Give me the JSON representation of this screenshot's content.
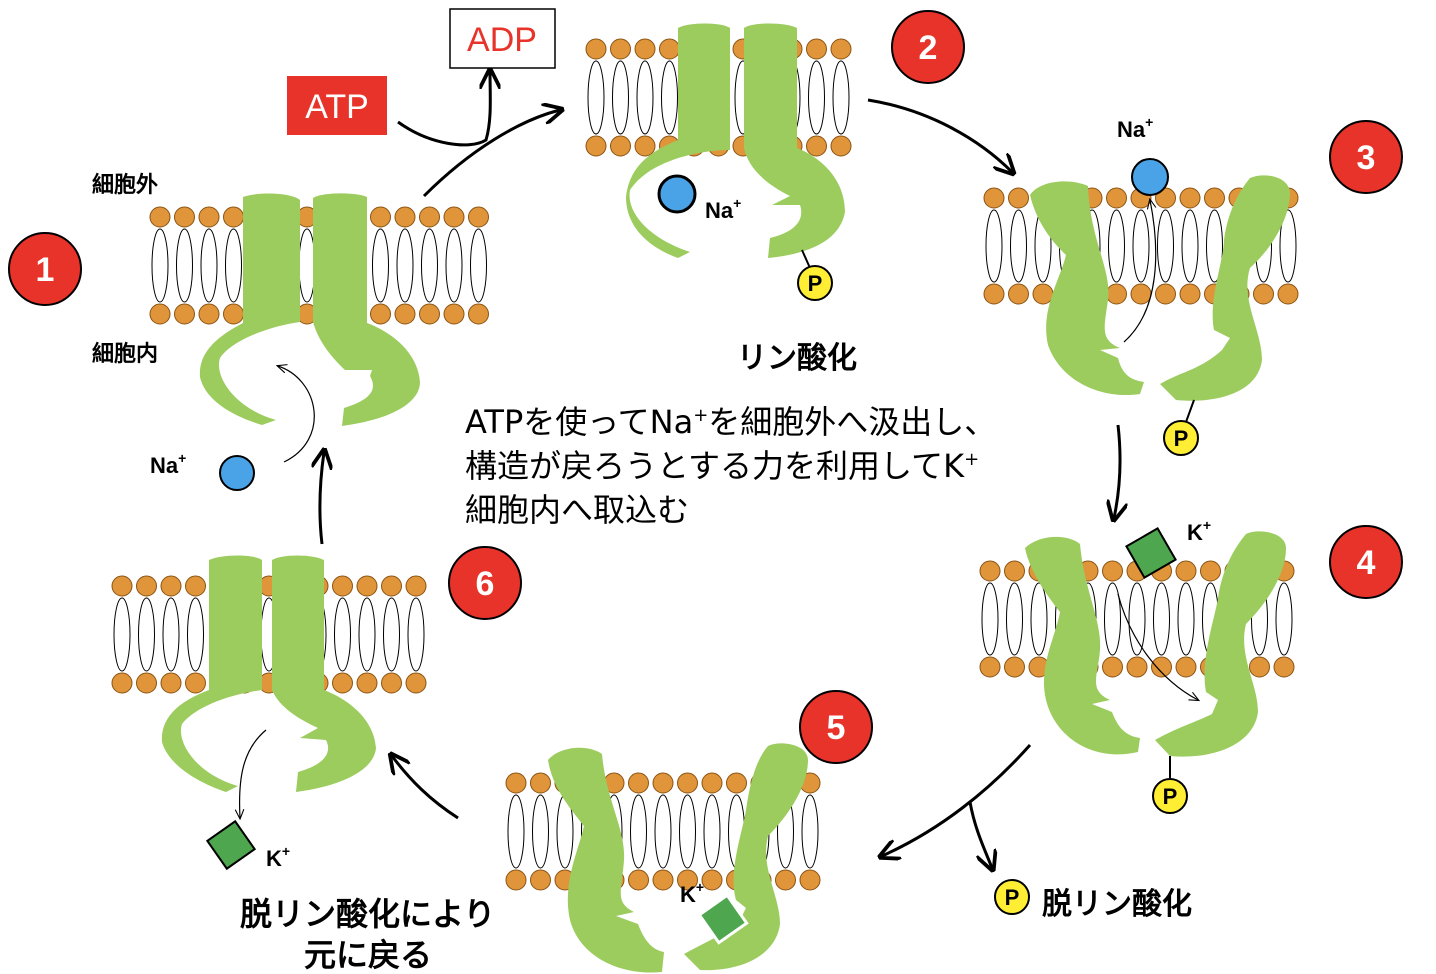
{
  "colors": {
    "protein": "#9ccc5e",
    "lipid_head": "#e0953a",
    "step_badge": "#e8332a",
    "atp_box": "#e8332a",
    "sodium": "#4aa3e6",
    "potassium": "#4ea64e",
    "phosphate": "#ffee33"
  },
  "steps": [
    "1",
    "2",
    "3",
    "4",
    "5",
    "6"
  ],
  "labels": {
    "outside": "細胞外",
    "inside": "細胞内",
    "atp": "ATP",
    "adp": "ADP",
    "na": "Na",
    "k": "K",
    "superscript_plus": "+",
    "phosphate": "P",
    "phosphorylation": "リン酸化",
    "dephosphorylation": "脱リン酸化",
    "return_line1": "脱リン酸化により",
    "return_line2": "元に戻る"
  },
  "description": {
    "line1": "ATPを使ってNa",
    "line1_sup": "+",
    "line1_rest": "を細胞外へ汲出し、",
    "line2": "構造が戻ろうとする力を利用してK",
    "line2_sup": "+",
    "line3": "細胞内へ取込む"
  }
}
